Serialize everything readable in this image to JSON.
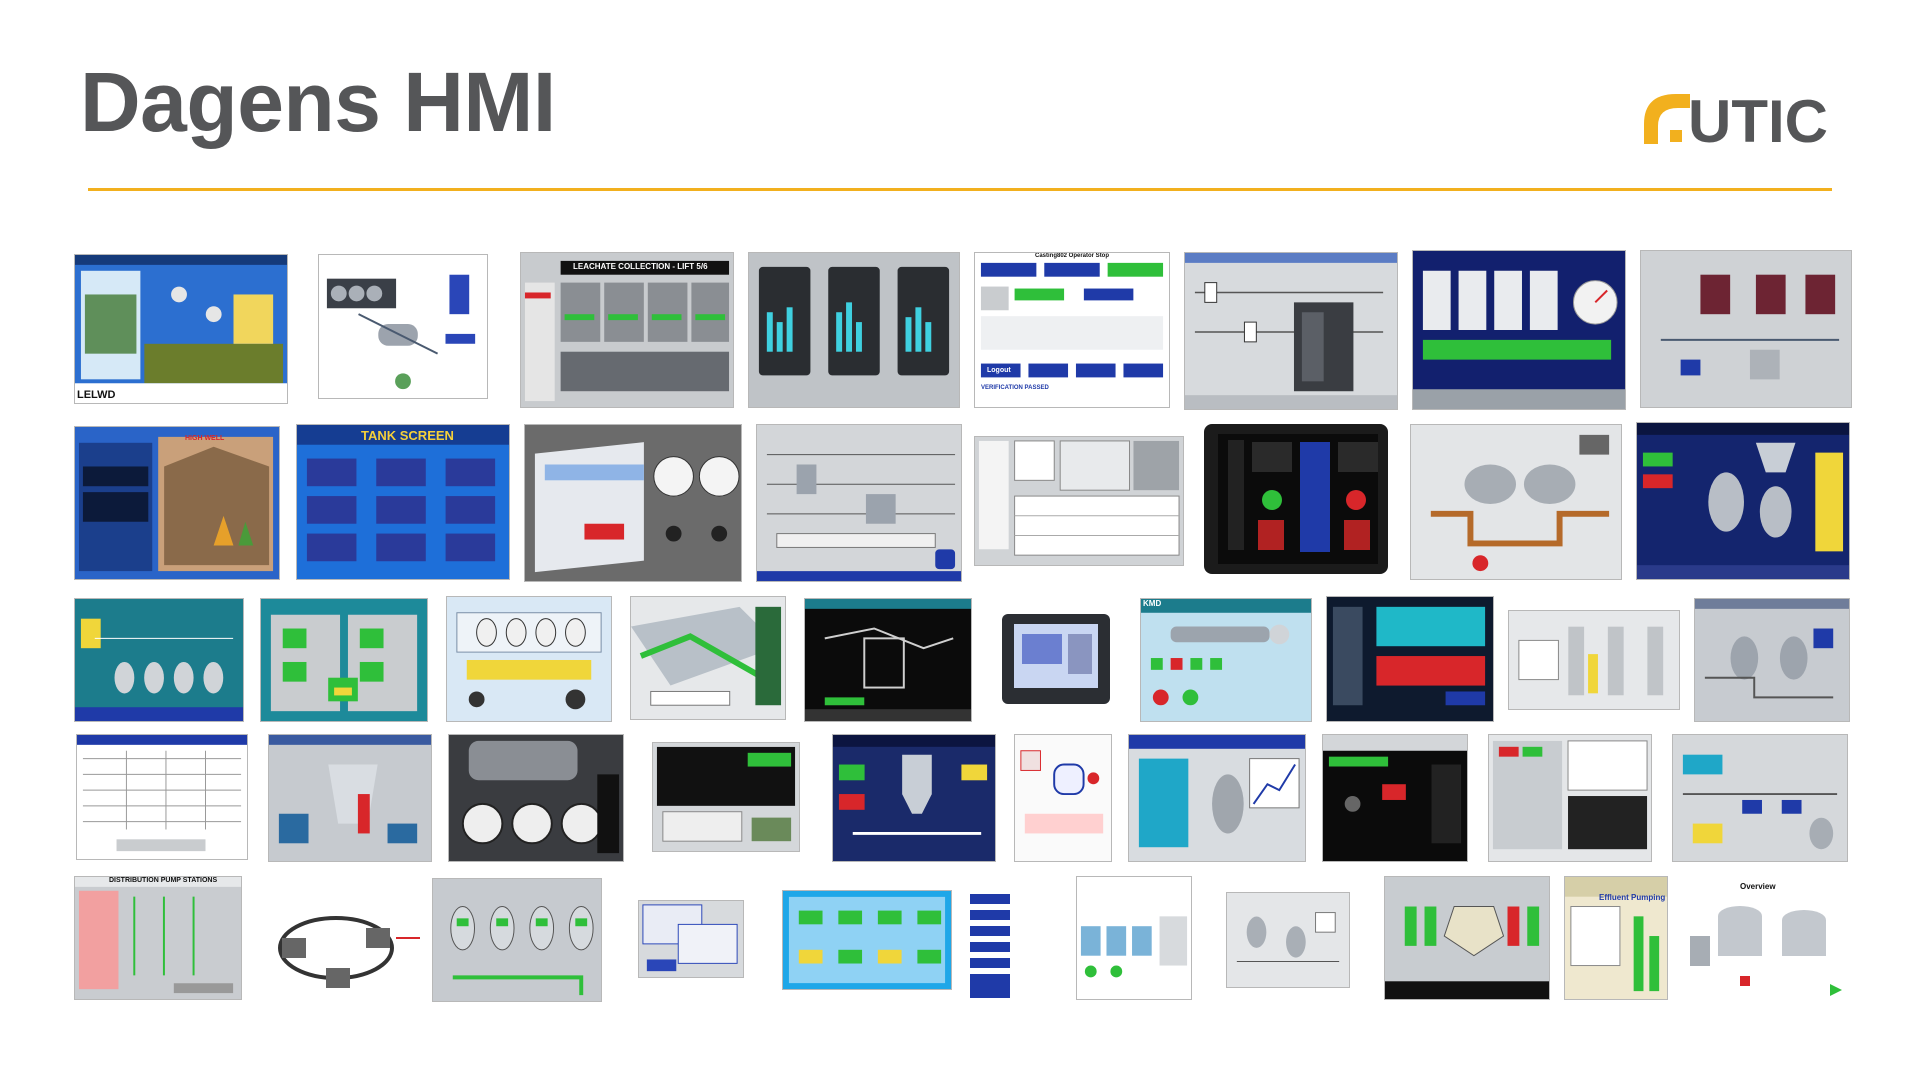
{
  "slide": {
    "title": "Dagens HMI",
    "logo_text": "UTIC",
    "brand_color": "#f2b01e",
    "title_color": "#555658"
  },
  "thumbnails": {
    "leachate": "LEACHATE COLLECTION - LIFT 5/6",
    "lelwd": "LELWD",
    "tank_screen": "TANK SCREEN",
    "high_well": "HIGH WELL",
    "kmd": "KMD",
    "distribution": "DISTRIBUTION PUMP STATIONS",
    "effluent": "Effluent Pumping",
    "casting": "Casting802 Operator Stop",
    "overview": "Overview",
    "logout": "Logout",
    "verification": "VERIFICATION PASSED"
  },
  "palette": {
    "hmi_blue": "#1f3aa8",
    "hmi_navy": "#12206e",
    "hmi_gray": "#c9cccf",
    "hmi_green": "#2fbf3a",
    "hmi_red": "#d8262a",
    "hmi_teal": "#1c7c8c",
    "hmi_dark": "#1b1b1b"
  }
}
